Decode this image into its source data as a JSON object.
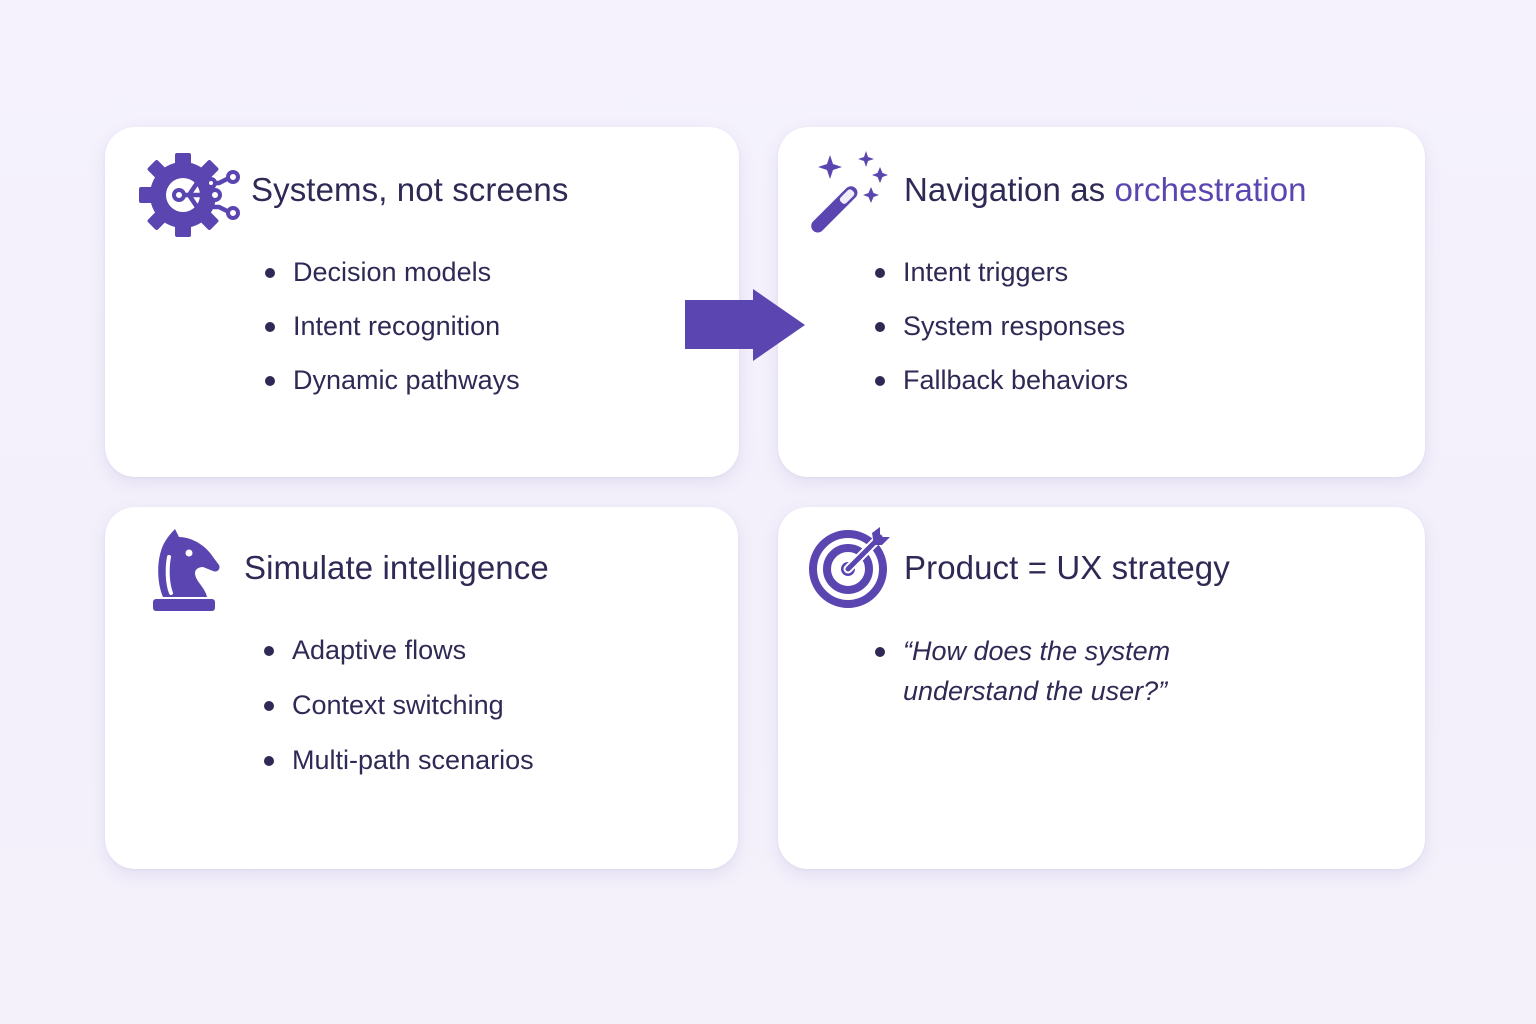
{
  "colors": {
    "accent": "#5b45b0",
    "text": "#2e2a55",
    "background": "#f4f1fc",
    "card": "#ffffff"
  },
  "cards": [
    {
      "icon": "gear-circuit-icon",
      "title": "Systems, not screens",
      "items": [
        "Decision models",
        "Intent recognition",
        "Dynamic pathways"
      ]
    },
    {
      "icon": "magic-wand-icon",
      "title_plain": "Navigation as ",
      "title_accent": "orchestration",
      "items": [
        "Intent triggers",
        "System responses",
        "Fallback behaviors"
      ]
    },
    {
      "icon": "chess-knight-icon",
      "title": "Simulate intelligence",
      "items": [
        "Adaptive flows",
        "Context switching",
        "Multi-path scenarios"
      ]
    },
    {
      "icon": "target-icon",
      "title": "Product = UX strategy",
      "items": [
        "“How does the system understand the user?”"
      ]
    }
  ],
  "connector": {
    "icon": "arrow-right-icon"
  }
}
